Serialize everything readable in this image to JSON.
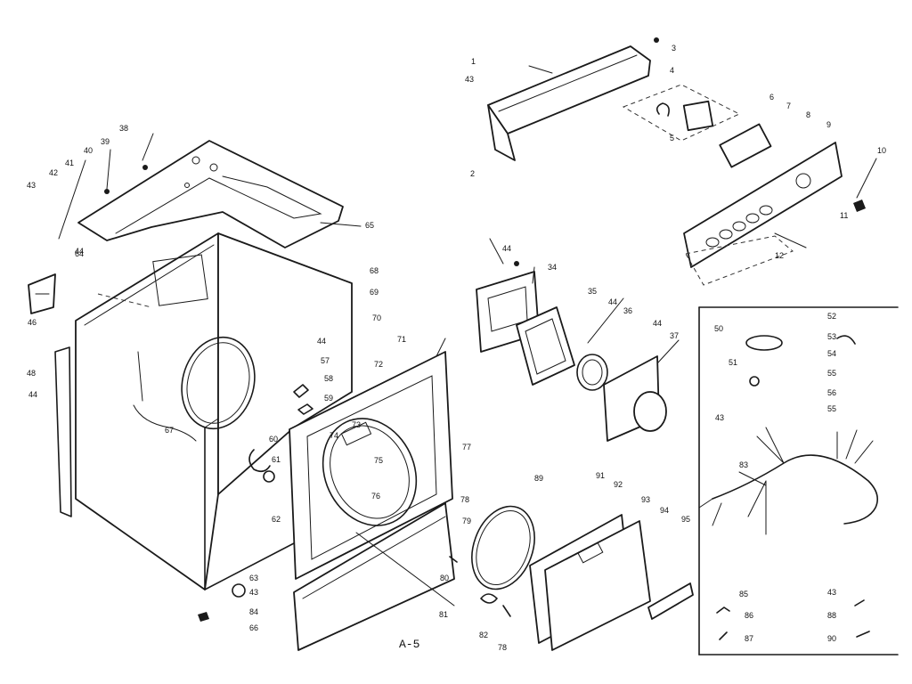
{
  "diagram": {
    "sheet_id": "A-5",
    "part_labels": [
      {
        "key": "p1",
        "text": "1"
      },
      {
        "key": "p2",
        "text": "2"
      },
      {
        "key": "p3",
        "text": "3"
      },
      {
        "key": "p4",
        "text": "4"
      },
      {
        "key": "p5",
        "text": "5"
      },
      {
        "key": "p6",
        "text": "6"
      },
      {
        "key": "p7",
        "text": "7"
      },
      {
        "key": "p8",
        "text": "8"
      },
      {
        "key": "p9",
        "text": "9"
      },
      {
        "key": "p10",
        "text": "10"
      },
      {
        "key": "p11",
        "text": "11"
      },
      {
        "key": "p12",
        "text": "12"
      },
      {
        "key": "p34",
        "text": "34"
      },
      {
        "key": "p35",
        "text": "35"
      },
      {
        "key": "p36",
        "text": "36"
      },
      {
        "key": "p37",
        "text": "37"
      },
      {
        "key": "p38",
        "text": "38"
      },
      {
        "key": "p39",
        "text": "39"
      },
      {
        "key": "p40",
        "text": "40"
      },
      {
        "key": "p41",
        "text": "41"
      },
      {
        "key": "p42",
        "text": "42"
      },
      {
        "key": "p43a",
        "text": "43"
      },
      {
        "key": "p43b",
        "text": "43"
      },
      {
        "key": "p43c",
        "text": "43"
      },
      {
        "key": "p43d",
        "text": "43"
      },
      {
        "key": "p43e",
        "text": "43"
      },
      {
        "key": "p44a",
        "text": "44"
      },
      {
        "key": "p44b",
        "text": "44"
      },
      {
        "key": "p44c",
        "text": "44"
      },
      {
        "key": "p44d",
        "text": "44"
      },
      {
        "key": "p44e",
        "text": "44"
      },
      {
        "key": "p44f",
        "text": "44"
      },
      {
        "key": "p46",
        "text": "46"
      },
      {
        "key": "p48",
        "text": "48"
      },
      {
        "key": "p50",
        "text": "50"
      },
      {
        "key": "p51",
        "text": "51"
      },
      {
        "key": "p52",
        "text": "52"
      },
      {
        "key": "p53",
        "text": "53"
      },
      {
        "key": "p54",
        "text": "54"
      },
      {
        "key": "p55a",
        "text": "55"
      },
      {
        "key": "p55b",
        "text": "55"
      },
      {
        "key": "p56",
        "text": "56"
      },
      {
        "key": "p57",
        "text": "57"
      },
      {
        "key": "p58",
        "text": "58"
      },
      {
        "key": "p59",
        "text": "59"
      },
      {
        "key": "p60",
        "text": "60"
      },
      {
        "key": "p61",
        "text": "61"
      },
      {
        "key": "p62",
        "text": "62"
      },
      {
        "key": "p63",
        "text": "63"
      },
      {
        "key": "p64",
        "text": "64"
      },
      {
        "key": "p65",
        "text": "65"
      },
      {
        "key": "p66",
        "text": "66"
      },
      {
        "key": "p67",
        "text": "67"
      },
      {
        "key": "p68",
        "text": "68"
      },
      {
        "key": "p69",
        "text": "69"
      },
      {
        "key": "p70",
        "text": "70"
      },
      {
        "key": "p71",
        "text": "71"
      },
      {
        "key": "p72",
        "text": "72"
      },
      {
        "key": "p73",
        "text": "73"
      },
      {
        "key": "p74",
        "text": "74"
      },
      {
        "key": "p75",
        "text": "75"
      },
      {
        "key": "p76",
        "text": "76"
      },
      {
        "key": "p77",
        "text": "77"
      },
      {
        "key": "p78a",
        "text": "78"
      },
      {
        "key": "p78b",
        "text": "78"
      },
      {
        "key": "p79",
        "text": "79"
      },
      {
        "key": "p80",
        "text": "80"
      },
      {
        "key": "p81",
        "text": "81"
      },
      {
        "key": "p82",
        "text": "82"
      },
      {
        "key": "p83",
        "text": "83"
      },
      {
        "key": "p84",
        "text": "84"
      },
      {
        "key": "p85",
        "text": "85"
      },
      {
        "key": "p86",
        "text": "86"
      },
      {
        "key": "p87",
        "text": "87"
      },
      {
        "key": "p88",
        "text": "88"
      },
      {
        "key": "p89",
        "text": "89"
      },
      {
        "key": "p90",
        "text": "90"
      },
      {
        "key": "p91",
        "text": "91"
      },
      {
        "key": "p92",
        "text": "92"
      },
      {
        "key": "p93",
        "text": "93"
      },
      {
        "key": "p94",
        "text": "94"
      },
      {
        "key": "p95",
        "text": "95"
      }
    ]
  }
}
